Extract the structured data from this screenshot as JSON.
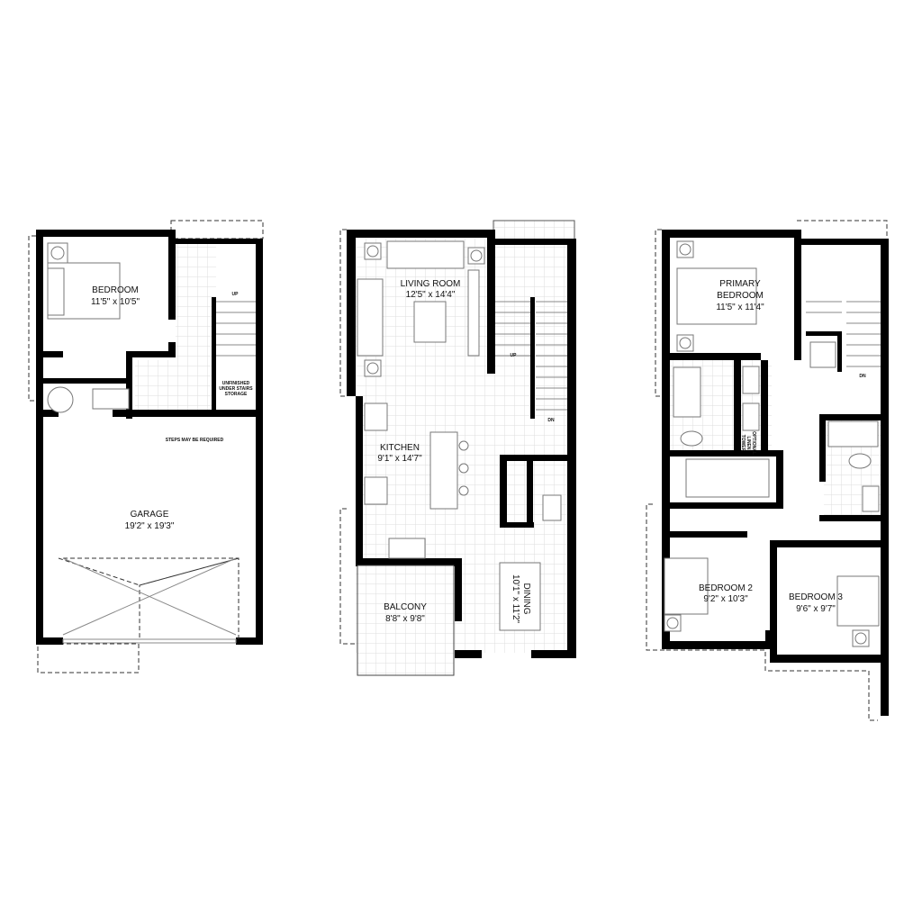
{
  "levels": {
    "lower": {
      "bedroom": {
        "name": "BEDROOM",
        "size": "11'5\" x 10'5\""
      },
      "garage": {
        "name": "GARAGE",
        "size": "19'2\" x 19'3\""
      },
      "storage": {
        "line1": "UNFINISHED",
        "line2": "UNDER STAIRS",
        "line3": "STORAGE"
      },
      "steps_note": "STEPS MAY BE REQUIRED",
      "stair_up": "UP"
    },
    "main": {
      "living": {
        "name": "LIVING ROOM",
        "size": "12'5\" x 14'4\""
      },
      "kitchen": {
        "name": "KITCHEN",
        "size": "9'1\" x 14'7\""
      },
      "dining": {
        "name": "DINING",
        "size": "10'1\" x 11'2\""
      },
      "balcony": {
        "name": "BALCONY",
        "size": "8'8\" x 9'8\""
      },
      "stair_up": "UP",
      "stair_down": "DN"
    },
    "upper": {
      "primary": {
        "name1": "PRIMARY",
        "name2": "BEDROOM",
        "size": "11'5\" x 11'4\""
      },
      "bedroom2": {
        "name": "BEDROOM 2",
        "size": "9'2\" x 10'3\""
      },
      "bedroom3": {
        "name": "BEDROOM 3",
        "size": "9'6\" x 9'7\""
      },
      "linen": {
        "line1": "OPTIONAL",
        "line2": "LINEN",
        "line3": "TOWER"
      },
      "stair_down": "DN"
    }
  }
}
